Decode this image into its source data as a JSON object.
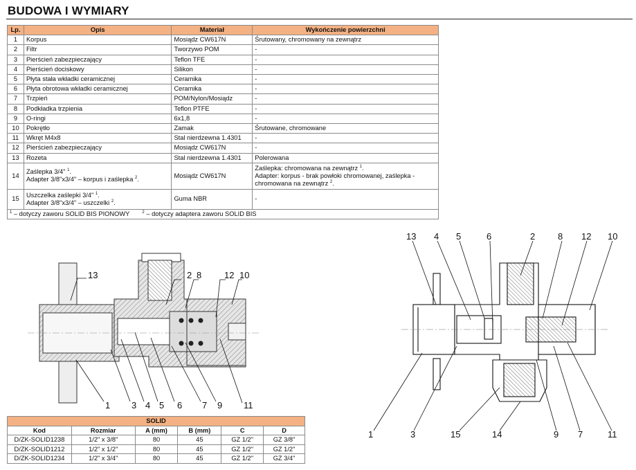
{
  "page": {
    "title": "BUDOWA I WYMIARY"
  },
  "parts_table": {
    "headers": [
      "Lp.",
      "Opis",
      "Materiał",
      "Wykończenie powierzchni"
    ],
    "rows": [
      [
        "1",
        "Korpus",
        "Mosiądz CW617N",
        "Śrutowany, chromowany na zewnątrz"
      ],
      [
        "2",
        "Filtr",
        "Tworzywo POM",
        "-"
      ],
      [
        "3",
        "Pierścień zabezpieczający",
        "Teflon TFE",
        "-"
      ],
      [
        "4",
        "Pierścień dociskowy",
        "Silikon",
        "-"
      ],
      [
        "5",
        "Płyta stała wkładki ceramicznej",
        "Ceramika",
        "-"
      ],
      [
        "6",
        "Płyta obrotowa wkładki ceramicznej",
        "Ceramika",
        "-"
      ],
      [
        "7",
        "Trzpień",
        "POM/Nylon/Mosiądz",
        "-"
      ],
      [
        "8",
        "Podkładka trzpienia",
        "Teflon PTFE",
        "-"
      ],
      [
        "9",
        "O-ringi",
        "6x1,8",
        "-"
      ],
      [
        "10",
        "Pokrętło",
        "Zamak",
        "Śrutowane, chromowane"
      ],
      [
        "11",
        "Wkręt M4x8",
        "Stal nierdzewna 1.4301",
        "-"
      ],
      [
        "12",
        "Pierścień zabezpieczający",
        "Mosiądz CW617N",
        "-"
      ],
      [
        "13",
        "Rozeta",
        "Stal nierdzewna 1.4301",
        "Polerowana"
      ]
    ],
    "row14": {
      "lp": "14",
      "opis_line1": "Zaślepka 3/4\" ",
      "opis_line1_sup": "1",
      "opis_line1_end": ".",
      "opis_line2": "Adapter 3/8\"x3/4\" – korpus i zaślepka ",
      "opis_line2_sup": "2",
      "opis_line2_end": ".",
      "material": "Mosiądz CW617N",
      "finish_line1": "Zaślepka: chromowana na zewnątrz ",
      "finish_line1_sup": "1",
      "finish_line1_end": ".",
      "finish_line2": "Adapter: korpus - brak powłoki chromowanej, zaślepka -",
      "finish_line3": "chromowana na zewnątrz ",
      "finish_line3_sup": "2",
      "finish_line3_end": "."
    },
    "row15": {
      "lp": "15",
      "opis_line1": "Uszczelka zaślepki 3/4\" ",
      "opis_line1_sup": "1",
      "opis_line1_end": ".",
      "opis_line2": "Adapter 3/8\"x3/4\" – uszczelki ",
      "opis_line2_sup": "2",
      "opis_line2_end": ".",
      "material": "Guma NBR",
      "finish": "-"
    },
    "footnote": {
      "sup1": "1",
      "text1": " – dotyczy zaworu SOLID BIS PIONOWY",
      "sup2": "2",
      "text2": " – dotyczy adaptera zaworu SOLID BIS"
    }
  },
  "dimensions_table": {
    "group_title": "SOLID",
    "headers": [
      "Kod",
      "Rozmiar",
      "A (mm)",
      "B (mm)",
      "C",
      "D"
    ],
    "rows": [
      [
        "D/ZK-SOLID1238",
        "1/2\" x 3/8\"",
        "80",
        "45",
        "GZ 1/2\"",
        "GZ 3/8\""
      ],
      [
        "D/ZK-SOLID1212",
        "1/2\" x 1/2\"",
        "80",
        "45",
        "GZ 1/2\"",
        "GZ 1/2\""
      ],
      [
        "D/ZK-SOLID1234",
        "1/2\" x 3/4\"",
        "80",
        "45",
        "GZ 1/2\"",
        "GZ 3/4\""
      ]
    ]
  },
  "left_drawing": {
    "labels": [
      "13",
      "2",
      "8",
      "12",
      "10",
      "1",
      "3",
      "4",
      "5",
      "6",
      "7",
      "9",
      "11"
    ]
  },
  "right_drawing": {
    "labels": [
      "13",
      "4",
      "5",
      "6",
      "2",
      "8",
      "12",
      "10",
      "1",
      "3",
      "15",
      "14",
      "9",
      "7",
      "11"
    ]
  },
  "colors": {
    "header_fill": "#f4b183",
    "line": "#111111"
  }
}
